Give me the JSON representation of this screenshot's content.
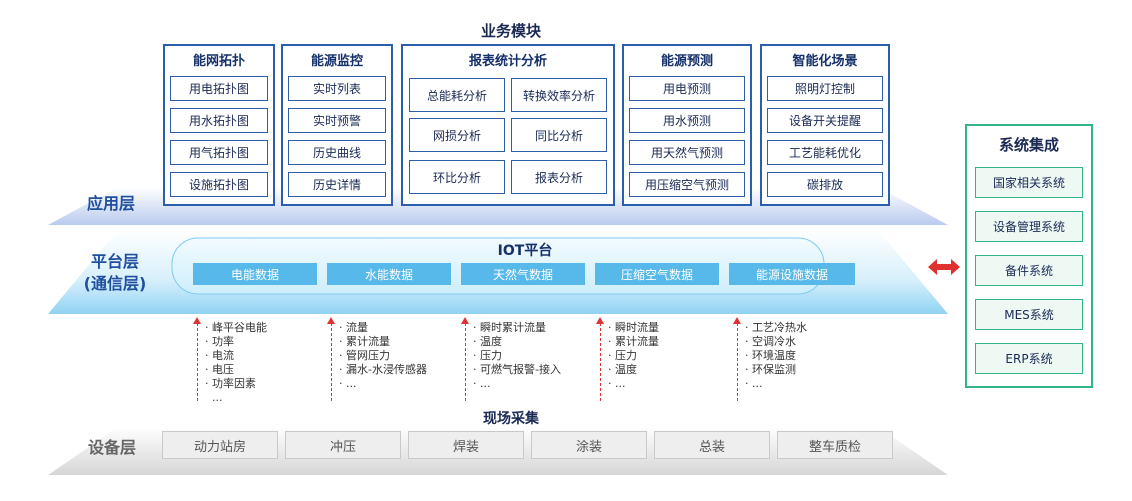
{
  "header": {
    "title": "业务模块"
  },
  "layers": {
    "application": "应用层",
    "platform_line1": "平台层",
    "platform_line2": "(通信层)",
    "device": "设备层"
  },
  "modules": [
    {
      "title": "能网拓扑",
      "items": [
        "用电拓扑图",
        "用水拓扑图",
        "用气拓扑图",
        "设施拓扑图"
      ]
    },
    {
      "title": "能源监控",
      "items": [
        "实时列表",
        "实时预警",
        "历史曲线",
        "历史详情"
      ]
    },
    {
      "title": "报表统计分析",
      "items": [
        "总能耗分析",
        "转换效率分析",
        "网损分析",
        "同比分析",
        "环比分析",
        "报表分析"
      ]
    },
    {
      "title": "能源预测",
      "items": [
        "用电预测",
        "用水预测",
        "用天然气预测",
        "用压缩空气预测"
      ]
    },
    {
      "title": "智能化场景",
      "items": [
        "照明灯控制",
        "设备开关提醒",
        "工艺能耗优化",
        "碳排放"
      ]
    }
  ],
  "platform": {
    "title": "IOT平台",
    "items": [
      "电能数据",
      "水能数据",
      "天然气数据",
      "压缩空气数据",
      "能源设施数据"
    ]
  },
  "measurements": [
    [
      "峰平谷电能",
      "功率",
      "电流",
      "电压",
      "功率因素",
      "..."
    ],
    [
      "流量",
      "累计流量",
      "管网压力",
      "漏水-水浸传感器",
      "..."
    ],
    [
      "瞬时累计流量",
      "温度",
      "压力",
      "可燃气报警-接入",
      "..."
    ],
    [
      "瞬时流量",
      "累计流量",
      "压力",
      "温度",
      "..."
    ],
    [
      "工艺冷热水",
      "空调冷水",
      "环境温度",
      "环保监测",
      "..."
    ]
  ],
  "field": {
    "title": "现场采集",
    "items": [
      "动力站房",
      "冲压",
      "焊装",
      "涂装",
      "总装",
      "整车质检"
    ]
  },
  "system_integration": {
    "title": "系统集成",
    "items": [
      "国家相关系统",
      "设备管理系统",
      "备件系统",
      "MES系统",
      "ERP系统"
    ]
  },
  "colors": {
    "module_border": "#2b5fae",
    "platform_chip": "#57b9ea",
    "integration_border": "#33b38a",
    "arrow": "#d33333"
  }
}
